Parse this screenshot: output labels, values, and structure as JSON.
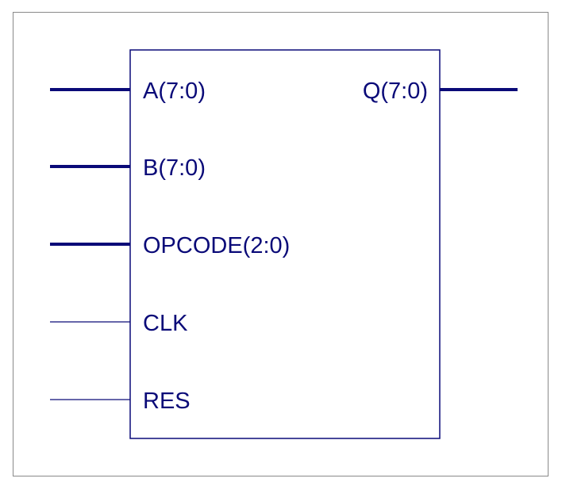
{
  "diagram": {
    "colors": {
      "line": "#0a0a78",
      "frame": "#8a8a8a",
      "background": "#ffffff"
    },
    "inputs": [
      {
        "label": "A(7:0)",
        "bus": true
      },
      {
        "label": "B(7:0)",
        "bus": true
      },
      {
        "label": "OPCODE(2:0)",
        "bus": true
      },
      {
        "label": "CLK",
        "bus": false
      },
      {
        "label": "RES",
        "bus": false
      }
    ],
    "outputs": [
      {
        "label": "Q(7:0)",
        "bus": true
      }
    ]
  }
}
